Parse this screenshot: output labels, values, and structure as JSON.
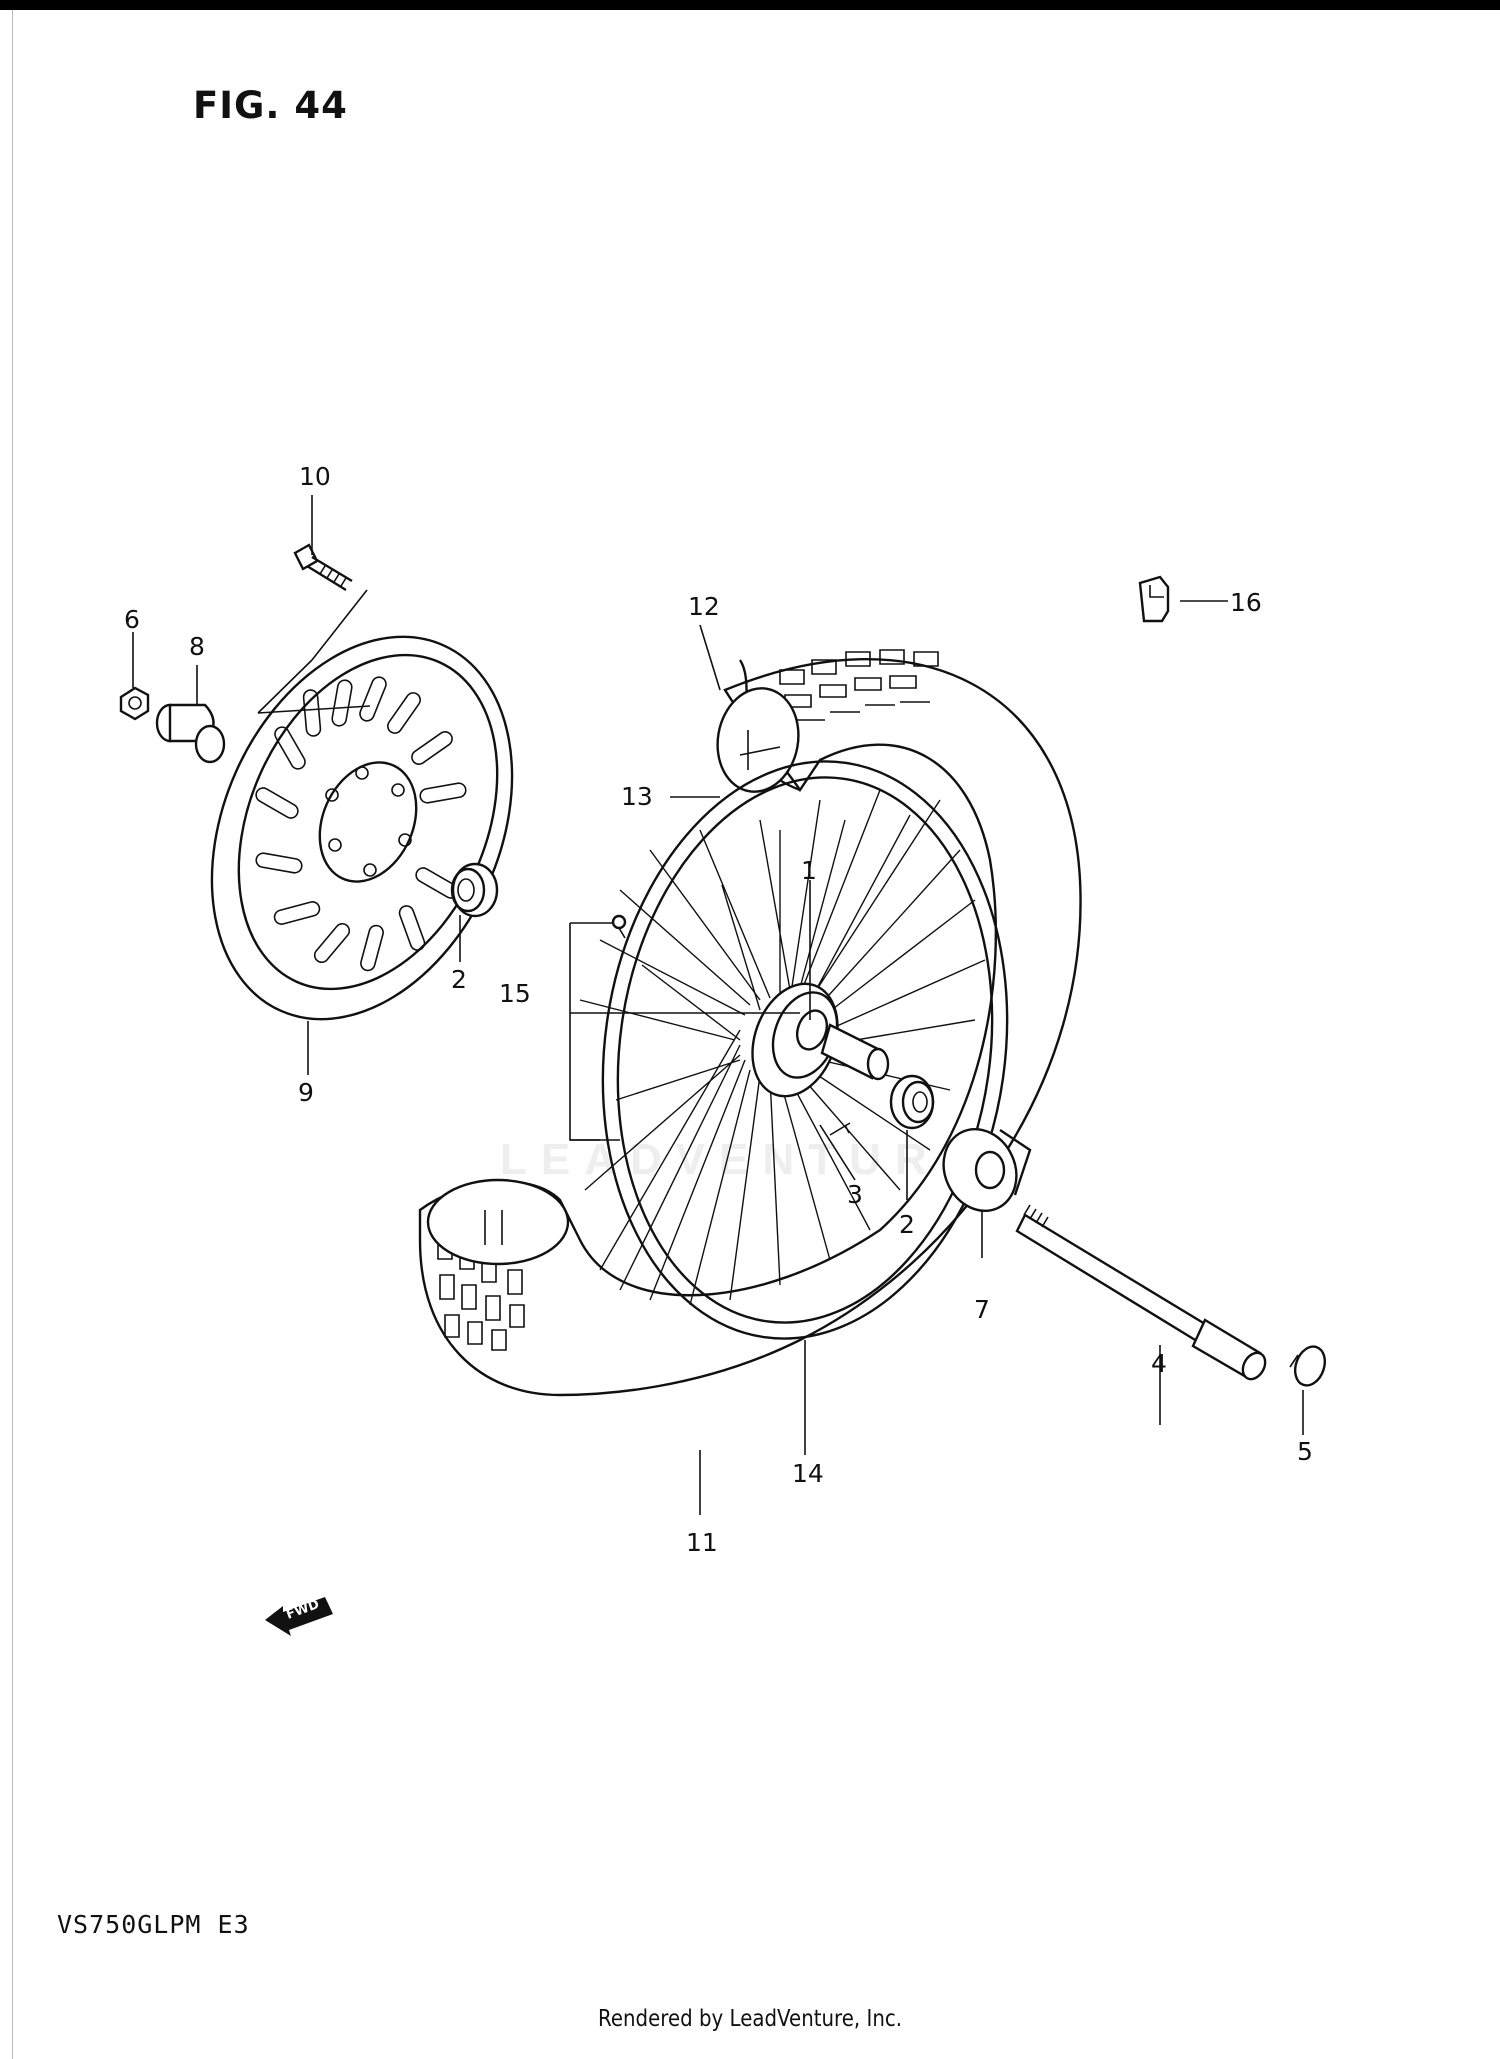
{
  "figure_title": "FIG. 44",
  "model_code": "VS750GLPM  E3",
  "footer": "Rendered by LeadVenture, Inc.",
  "watermark": "LEADVENTURE",
  "fwd_arrow_label": "FWD",
  "callouts": {
    "c1": "1",
    "c2a": "2",
    "c2b": "2",
    "c3": "3",
    "c4": "4",
    "c5": "5",
    "c6": "6",
    "c7": "7",
    "c8": "8",
    "c9": "9",
    "c10": "10",
    "c11": "11",
    "c12": "12",
    "c13": "13",
    "c14": "14",
    "c15": "15",
    "c16": "16"
  }
}
